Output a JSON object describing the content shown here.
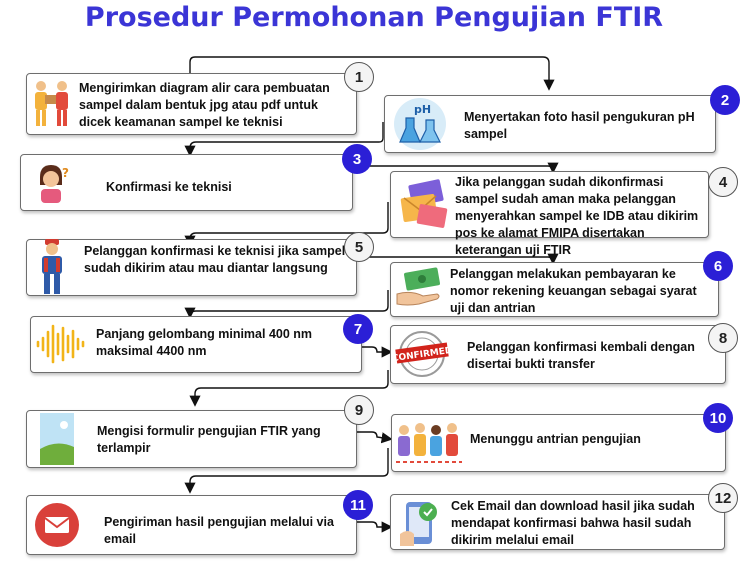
{
  "title": "Prosedur Permohonan Pengujian FTIR",
  "steps": [
    {
      "number": "1",
      "text": "Mengirimkan diagram alir cara pembuatan sampel dalam bentuk jpg atau pdf untuk dicek keamanan sampel ke teknisi",
      "icon": "delivery-people-icon"
    },
    {
      "number": "2",
      "text": "Menyertakan foto hasil pengukuran pH sampel",
      "icon": "ph-flask-icon"
    },
    {
      "number": "3",
      "text": "Konfirmasi ke teknisi",
      "icon": "thinking-person-icon"
    },
    {
      "number": "4",
      "text": "Jika pelanggan sudah dikonfirmasi sampel sudah aman maka pelanggan menyerahkan sampel ke IDB atau dikirim pos ke alamat FMIPA disertakan keterangan uji FTIR",
      "icon": "envelopes-icon"
    },
    {
      "number": "5",
      "text": "Pelanggan konfirmasi ke teknisi jika sampel sudah dikirim atau mau diantar langsung",
      "icon": "courier-icon"
    },
    {
      "number": "6",
      "text": "Pelanggan melakukan pembayaran ke nomor rekening keuangan sebagai syarat uji dan antrian",
      "icon": "money-hand-icon"
    },
    {
      "number": "7",
      "text": "Panjang gelombang minimal 400 nm maksimal 4400 nm",
      "icon": "sound-wave-icon"
    },
    {
      "number": "8",
      "text": "Pelanggan konfirmasi kembali dengan disertai bukti transfer",
      "icon": "confirmed-stamp-icon",
      "stamp_text": "CONFIRMED"
    },
    {
      "number": "9",
      "text": "Mengisi formulir pengujian FTIR yang terlampir",
      "icon": "landscape-image-icon"
    },
    {
      "number": "10",
      "text": "Menunggu antrian pengujian",
      "icon": "queue-people-icon"
    },
    {
      "number": "11",
      "text": "Pengiriman hasil pengujian melalui via email",
      "icon": "email-icon"
    },
    {
      "number": "12",
      "text": "Cek Email dan download hasil jika sudah mendapat konfirmasi bahwa hasil sudah dikirim melalui email",
      "icon": "phone-check-icon"
    }
  ],
  "colors": {
    "title": "#3b35d6",
    "badge_blue": "#2b1fd6",
    "badge_white": "#f4f4f4",
    "connector": "#111111"
  }
}
